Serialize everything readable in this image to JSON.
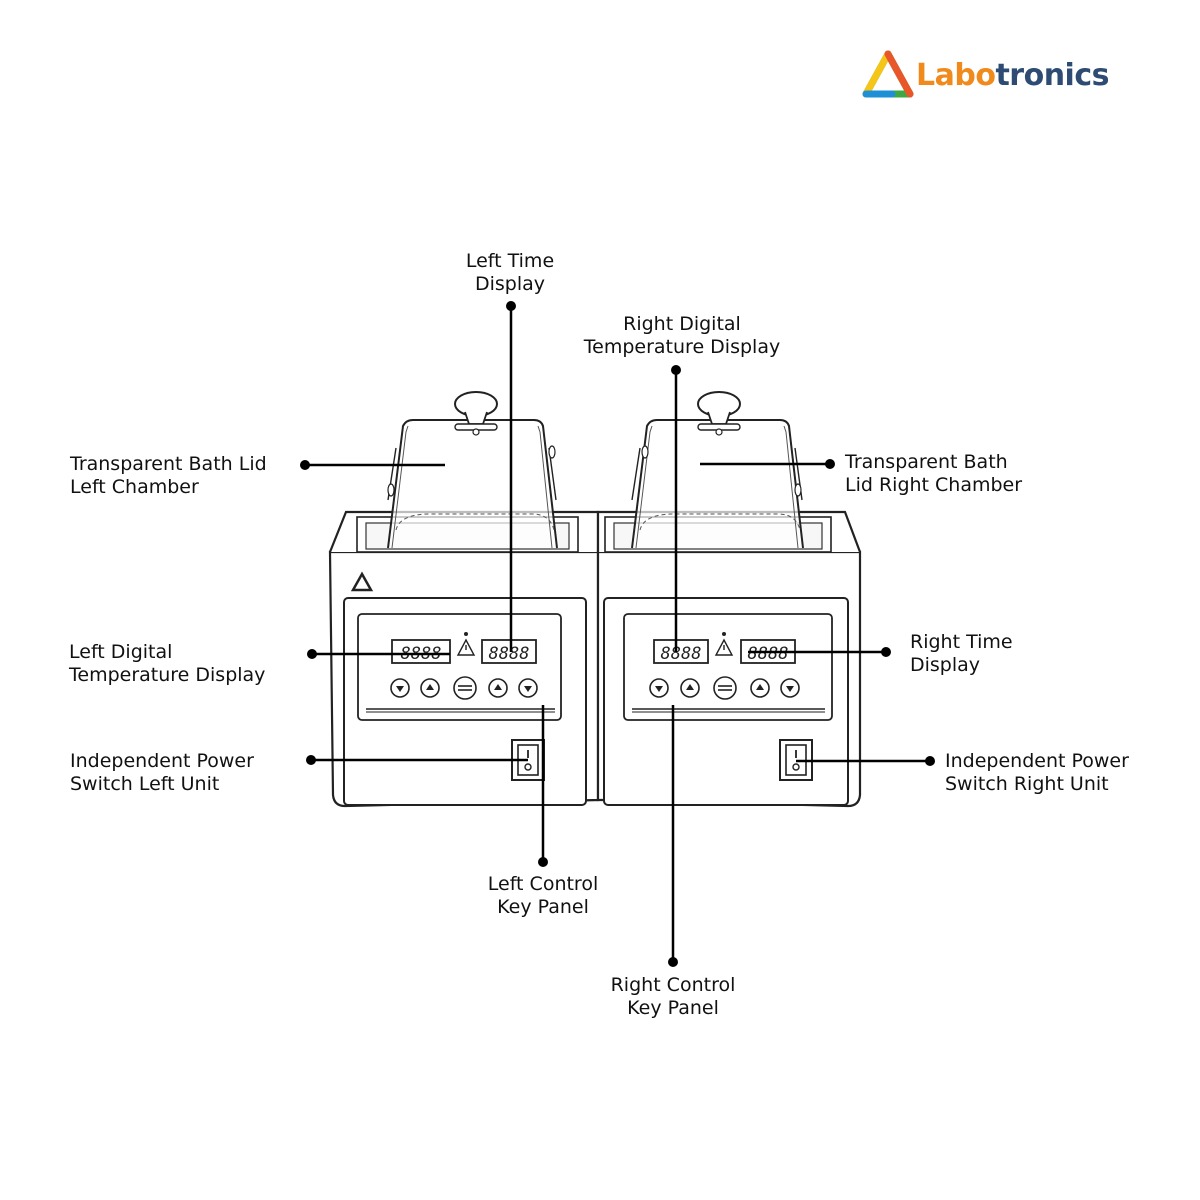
{
  "brand": {
    "name_part1": "Labo",
    "name_part2": "tronics",
    "color_part1": "#f08a1c",
    "color_part2": "#2e4b73",
    "mark_colors": [
      "#f5c518",
      "#1f8fd6",
      "#3ea843",
      "#e8562a"
    ]
  },
  "labels": {
    "left_time_display": [
      "Left Time",
      "Display"
    ],
    "right_digital_temp": [
      "Right Digital",
      "Temperature Display"
    ],
    "lid_left": [
      "Transparent Bath Lid",
      "Left Chamber"
    ],
    "lid_right": [
      "Transparent Bath",
      "Lid Right Chamber"
    ],
    "left_digital_temp": [
      "Left Digital",
      "Temperature Display"
    ],
    "right_time_display": [
      "Right Time",
      "Display"
    ],
    "power_left": [
      "Independent Power",
      "Switch Left Unit"
    ],
    "power_right": [
      "Independent Power",
      "Switch Right Unit"
    ],
    "left_key_panel": [
      "Left Control",
      "Key Panel"
    ],
    "right_key_panel": [
      "Right Control",
      "Key Panel"
    ]
  },
  "displays": {
    "left_temp": "8888",
    "left_time": "8888",
    "right_temp": "8888",
    "right_time": "8888"
  }
}
